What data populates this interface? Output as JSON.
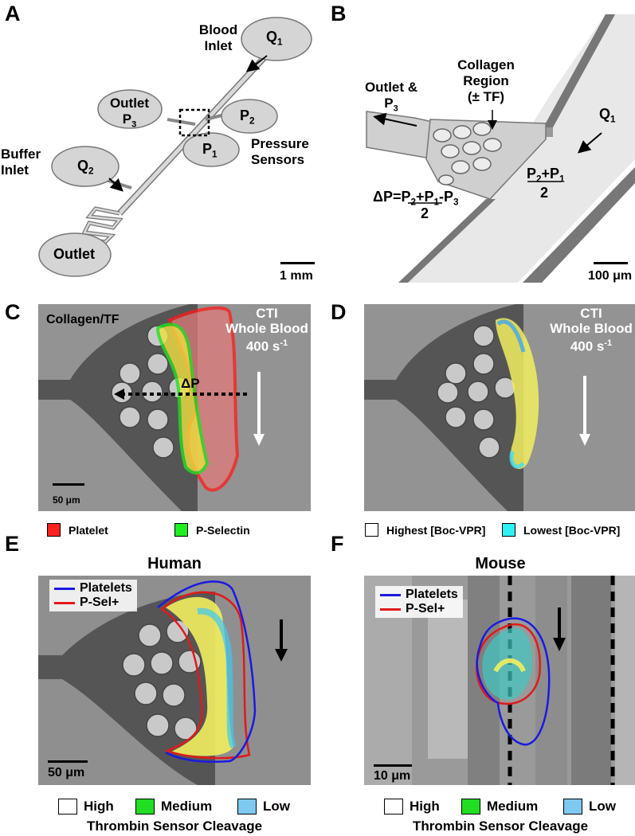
{
  "panels": {
    "a": {
      "letter": "A",
      "blood_inlet": [
        "Blood",
        "Inlet"
      ],
      "q1": "Q1",
      "outlet_p3": [
        "Outlet",
        "P3"
      ],
      "p2": "P2",
      "p1": "P1",
      "pressure_sensors": [
        "Pressure",
        "Sensors"
      ],
      "buffer_inlet": [
        "Buffer",
        "Inlet"
      ],
      "q2": "Q2",
      "outlet": "Outlet",
      "scale": "1 mm"
    },
    "b": {
      "letter": "B",
      "outlet_p3": [
        "Outlet &",
        "P3"
      ],
      "collagen_region": [
        "Collagen",
        "Region",
        "(± TF)"
      ],
      "q1": "Q1",
      "dp_eq": "ΔP=P2+P1-P3",
      "dp_den": "2",
      "p_num": "P2+P1",
      "p_den": "2",
      "scale": "100 μm"
    },
    "c": {
      "letter": "C",
      "corner": "Collagen/TF",
      "cond": [
        "CTI",
        "Whole Blood",
        "400 s-1"
      ],
      "dp": "ΔP",
      "scale": "50 μm",
      "legend": [
        {
          "label": "Platelet",
          "color": "#ff2020"
        },
        {
          "label": "P-Selectin",
          "color": "#20ee20"
        }
      ]
    },
    "d": {
      "letter": "D",
      "cond": [
        "CTI",
        "Whole Blood",
        "400 s-1"
      ],
      "legend": [
        {
          "label": "Highest [Boc-VPR]",
          "color": "#ffffff"
        },
        {
          "label": "Lowest [Boc-VPR]",
          "color": "#2ef2f2"
        }
      ]
    },
    "e": {
      "letter": "E",
      "title": "Human",
      "inlegend": [
        {
          "label": "Platelets",
          "color": "#1a1ae0"
        },
        {
          "label": "P-Sel+",
          "color": "#e01a1a"
        }
      ],
      "scale": "50 μm",
      "legend": [
        {
          "label": "High",
          "color": "#ffffff"
        },
        {
          "label": "Medium",
          "color": "#22dd22"
        },
        {
          "label": "Low",
          "color": "#7fc8f0"
        }
      ],
      "footer": "Thrombin Sensor Cleavage"
    },
    "f": {
      "letter": "F",
      "title": "Mouse",
      "inlegend": [
        {
          "label": "Platelets",
          "color": "#1a1ae0"
        },
        {
          "label": "P-Sel+",
          "color": "#e01a1a"
        }
      ],
      "scale": "10 μm",
      "legend": [
        {
          "label": "High",
          "color": "#ffffff"
        },
        {
          "label": "Medium",
          "color": "#22dd22"
        },
        {
          "label": "Low",
          "color": "#7fc8f0"
        }
      ],
      "footer": "Thrombin Sensor Cleavage"
    }
  }
}
